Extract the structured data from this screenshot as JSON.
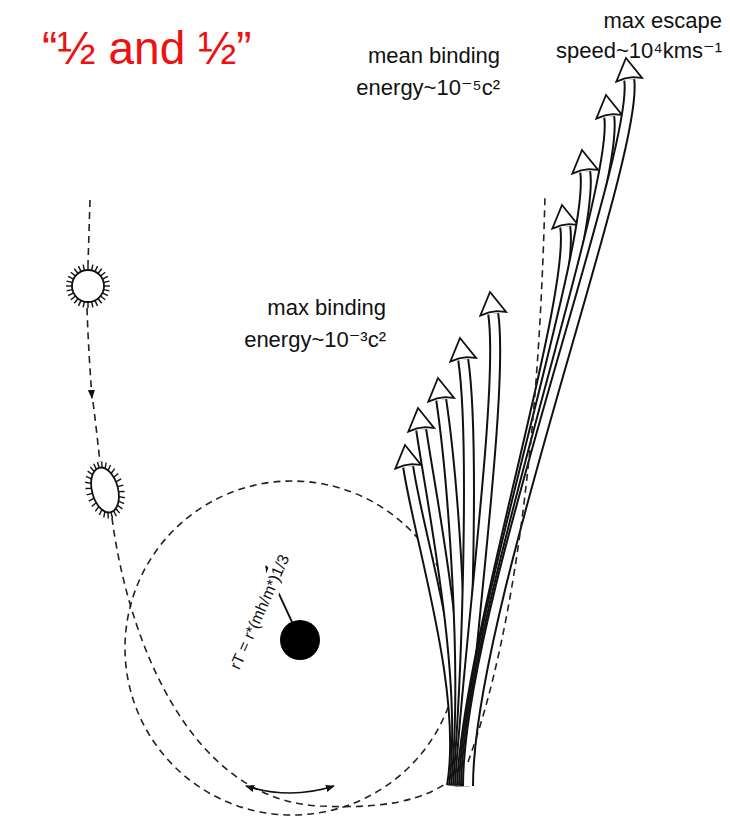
{
  "diagram": {
    "labels": [
      "“½ and ½”",
      "mean binding energy~10⁻⁵c²",
      "max escape speed~10⁴kms⁻¹",
      "max binding energy~10⁻³c²",
      "rT = r*(mh/m*)1/3"
    ]
  }
}
